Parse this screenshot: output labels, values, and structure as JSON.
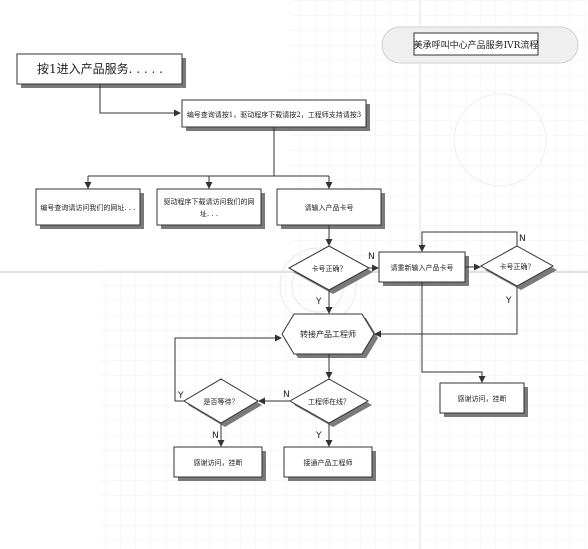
{
  "title": "美承呼叫中心产品服务IVR流程",
  "nodes": {
    "start": "按1进入产品服务. . . . .",
    "menu": "编号查询请按1，驱动程序下载请按2，工程师支持请按3",
    "option1": "编号查询请访问我们的网址. . .",
    "option2_line1": "驱动程序下载请访问我们的网",
    "option2_line2": "址. . .",
    "option3": "请输入产品卡号",
    "check1": "卡号正确？",
    "reenter": "请重新输入产品卡号",
    "check2": "卡号正确？",
    "transfer": "转接产品工程师",
    "online": "工程师在线？",
    "wait": "是否等待？",
    "thanks_left": "感谢访问，挂断",
    "connect": "接通产品工程师",
    "thanks_right": "感谢访问，挂断"
  },
  "edge_labels": {
    "check1_no": "N",
    "check1_yes": "Y",
    "check2_no": "N",
    "check2_yes": "Y",
    "online_no": "N",
    "online_yes": "Y",
    "wait_yes": "Y",
    "wait_no": "N"
  }
}
